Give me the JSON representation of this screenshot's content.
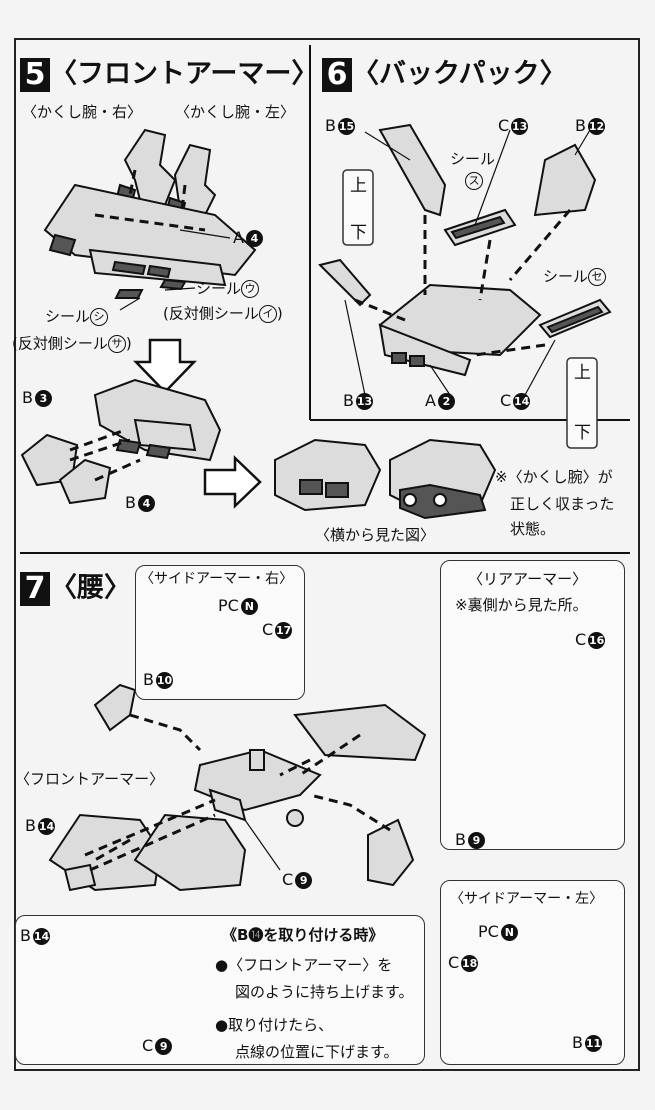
{
  "step5": {
    "num": "5",
    "title": "〈フロントアーマー〉",
    "hidden_arm_right": "〈かくし腕・右〉",
    "hidden_arm_left": "〈かくし腕・左〉",
    "part_a4": "A",
    "part_a4_num": "4",
    "seal_u_label": "シール",
    "seal_u_char": "ウ",
    "reverse_seal_i": "(反対側シール",
    "reverse_seal_i_char": "イ",
    "reverse_seal_i_close": ")",
    "seal_shi_label": "シール",
    "seal_shi_char": "シ",
    "reverse_seal_sa": "(反対側シール",
    "reverse_seal_sa_char": "サ",
    "reverse_seal_sa_close": ")",
    "part_b3": "B",
    "part_b3_num": "3",
    "part_b4": "B",
    "part_b4_num": "4",
    "side_view": "〈横から見た図〉",
    "note_line1": "※〈かくし腕〉が",
    "note_line2": "正しく収まった",
    "note_line3": "状態。"
  },
  "step6": {
    "num": "6",
    "title": "〈バックパック〉",
    "part_b15": "B",
    "part_b15_num": "15",
    "part_c13": "C",
    "part_c13_num": "13",
    "part_b12": "B",
    "part_b12_num": "12",
    "seal_su_label": "シール",
    "seal_su_char": "ス",
    "seal_se_label": "シール",
    "seal_se_char": "セ",
    "up": "上",
    "down": "下",
    "part_b13": "B",
    "part_b13_num": "13",
    "part_a2": "A",
    "part_a2_num": "2",
    "part_c14": "C",
    "part_c14_num": "14"
  },
  "step7": {
    "num": "7",
    "title": "〈腰〉",
    "side_armor_right": "〈サイドアーマー・右〉",
    "pc_n": "PC",
    "pc_n_char": "N",
    "part_c17": "C",
    "part_c17_num": "17",
    "part_b10": "B",
    "part_b10_num": "10",
    "rear_armor": "〈リアアーマー〉",
    "rear_note": "※裏側から見た所。",
    "part_c16": "C",
    "part_c16_num": "16",
    "front_armor": "〈フロントアーマー〉",
    "part_b14": "B",
    "part_b14_num": "14",
    "part_c9": "C",
    "part_c9_num": "9",
    "part_b9": "B",
    "part_b9_num": "9",
    "attach_title": "《B⓮を取り付ける時》",
    "attach_step1_line1": "●〈フロントアーマー〉を",
    "attach_step1_line2": "図のように持ち上げます。",
    "attach_step2_line1": "●取り付けたら、",
    "attach_step2_line2": "点線の位置に下げます。",
    "side_armor_left": "〈サイドアーマー・左〉",
    "part_c18": "C",
    "part_c18_num": "18",
    "part_b11": "B",
    "part_b11_num": "11"
  }
}
